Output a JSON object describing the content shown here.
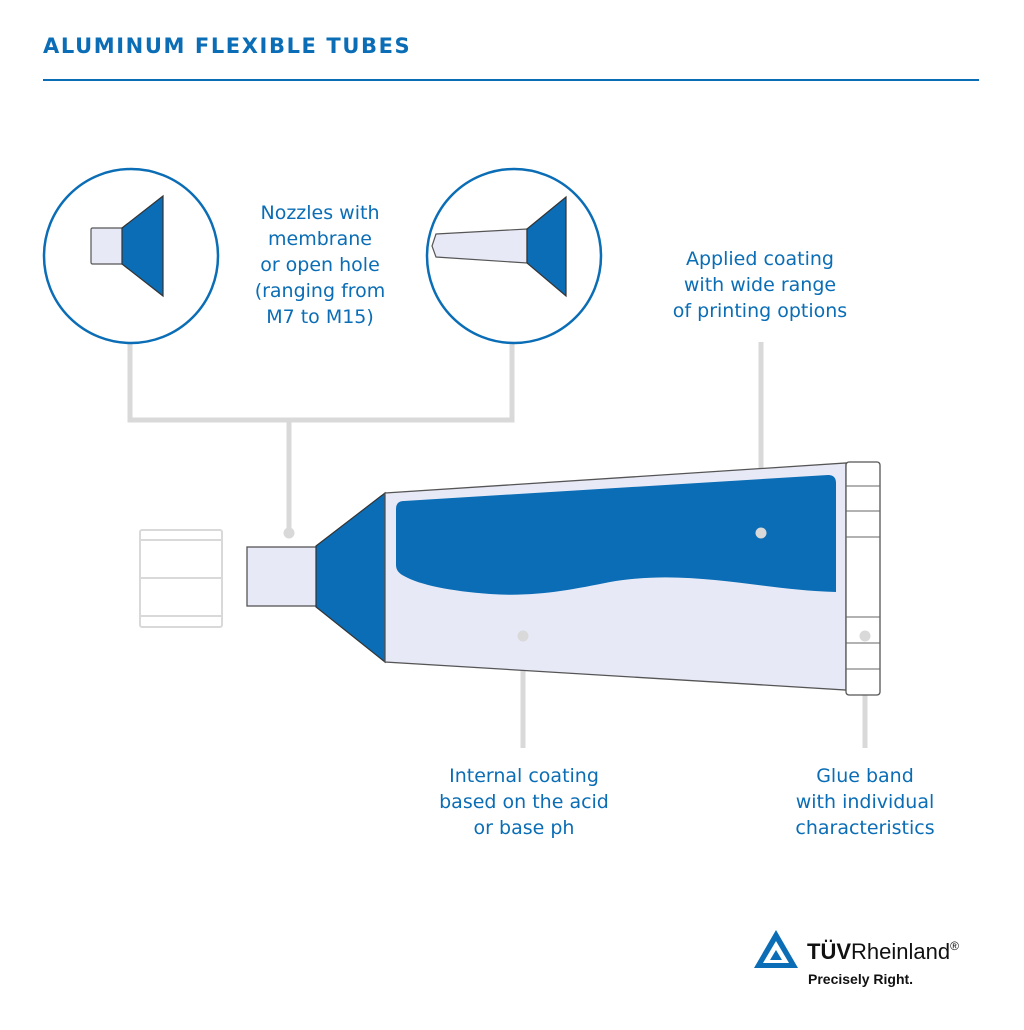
{
  "title": "ALUMINUM FLEXIBLE TUBES",
  "labels": {
    "nozzles": "Nozzles with\nmembrane\nor open hole\n(ranging from\nM7 to M15)",
    "applied_coating": "Applied coating\nwith wide range\nof printing options",
    "internal_coating": "Internal coating\nbased on the acid\nor base ph",
    "glue_band": "Glue band\nwith individual\ncharacteristics"
  },
  "logo": {
    "brand_bold": "TÜV",
    "brand_regular": "Rheinland",
    "registered": "®",
    "tagline": "Precisely Right."
  },
  "colors": {
    "brand_blue": "#0a6db5",
    "light_fill": "#e7e9f7",
    "connector_gray": "#d9d9d9"
  }
}
